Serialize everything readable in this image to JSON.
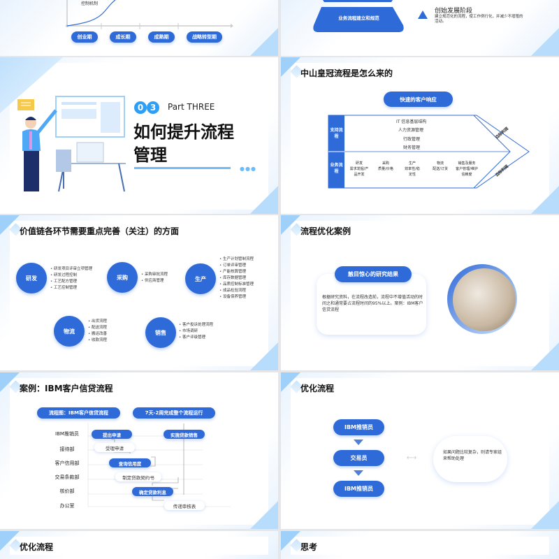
{
  "slide1": {
    "curve_label": "控制机制",
    "stages": [
      "创业期",
      "成长期",
      "成熟期",
      "战略转型期"
    ]
  },
  "slide2": {
    "pyramid_base": "业务流程建立和规范",
    "stage_title": "创始发展阶段",
    "stage_desc": "建立规范化的流程，使工作例行化，并减少不增殖的活动。"
  },
  "slide3": {
    "num_digits": [
      "0",
      "3"
    ],
    "part": "Part THREE",
    "title_line1": "如何提升流程",
    "title_line2": "管理"
  },
  "slide4": {
    "title": "中山皇冠流程是怎么来的",
    "top_pill": "快速的客户响应",
    "support_label": "支持流程",
    "support_items": [
      "IT 信息基层结构",
      "人力资源管理",
      "行政管理",
      "财务管理"
    ],
    "business_label": "业务流程",
    "business_items": [
      {
        "name": "研发",
        "sub": "需求发掘/产品开发"
      },
      {
        "name": "采购",
        "sub": "质量/价格"
      },
      {
        "name": "生产",
        "sub": "效率性/稳定性"
      },
      {
        "name": "物流",
        "sub": "配送/订货"
      },
      {
        "name": "销售及服务",
        "sub": "客户管理/维护信赖度"
      }
    ],
    "margin_label": "边际利润"
  },
  "slide5": {
    "title": "价值链各环节需要重点完善（关注）的方面",
    "groups": [
      {
        "name": "研发",
        "items": [
          "研发项目评审立项管理",
          "研发过程控制",
          "工艺配方管理",
          "工艺控制管理"
        ]
      },
      {
        "name": "采购",
        "items": [
          "采购审批流程",
          "供应商管理"
        ]
      },
      {
        "name": "生产",
        "items": [
          "生产计划管制流程",
          "订单评审管理",
          "产能核算管理",
          "库存数据管理",
          "品质控制标准管理",
          "成品检验流程",
          "设备保养管理"
        ]
      },
      {
        "name": "物流",
        "items": [
          "出货流程",
          "配送流程",
          "搬运改善",
          "收款流程"
        ]
      },
      {
        "name": "销售",
        "items": [
          "客户投诉处理流程",
          "市场调研",
          "客户评级管理"
        ]
      }
    ]
  },
  "slide6": {
    "title": "流程优化案例",
    "card_title": "触目惊心的研究结果",
    "card_text": "根据研究资料，在流程改造前，流程中不增值活动的时间之和通常要占流程时间的95%以上。案例：IBM客户信贷流程"
  },
  "slide7": {
    "title": "案例：IBM客户信贷流程",
    "pill_left": "流程图：IBM客户信贷流程",
    "pill_right": "7天-2周完成整个流程运行",
    "lanes": [
      "IBM推销员",
      "接待部",
      "客户信用部",
      "交易条款部",
      "核价部",
      "办公室"
    ],
    "steps": [
      "提出申请",
      "受理申请",
      "查询信用度",
      "制定贷款契约书",
      "确定贷款利息",
      "传递审核表",
      "实施贷款销售"
    ]
  },
  "slide8": {
    "title": "优化流程",
    "flow": [
      "IBM推销员",
      "交易员",
      "IBM推销员"
    ],
    "note": "如果问题比较复杂，则请专家组来帮助处理"
  },
  "slide9": {
    "title": "优化流程"
  },
  "slide10": {
    "title": "思考"
  },
  "colors": {
    "primary": "#2f6ad9",
    "light": "#9fd0fa"
  }
}
